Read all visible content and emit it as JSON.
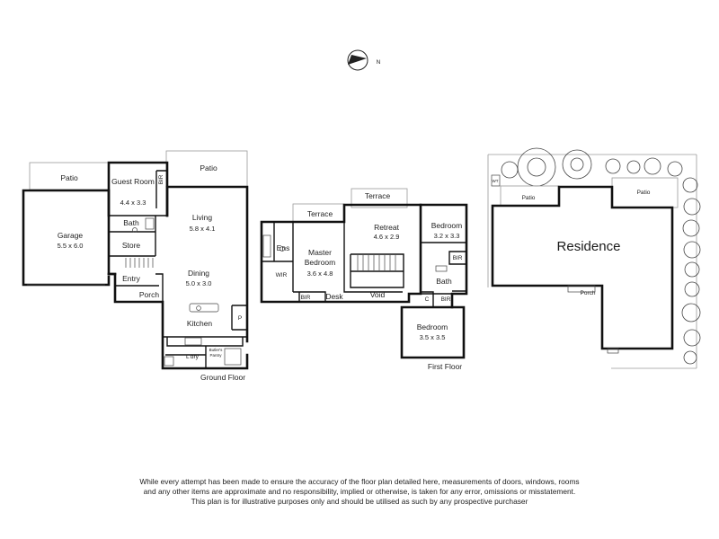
{
  "compass": {
    "north_label": "N"
  },
  "ground_floor": {
    "title": "Ground Floor",
    "rooms": {
      "patio": "Patio",
      "guest_room": "Guest Room",
      "guest_room_dim": "4.4 x 3.3",
      "bir": "BIR",
      "patio2": "Patio",
      "living": "Living",
      "living_dim": "5.8 x 4.1",
      "garage": "Garage",
      "garage_dim": "5.5 x 6.0",
      "bath": "Bath",
      "store": "Store",
      "dining": "Dining",
      "dining_dim": "5.0 x 3.0",
      "entry": "Entry",
      "porch": "Porch",
      "pantry_p": "P",
      "kitchen": "Kitchen",
      "laundry": "L'dry",
      "butlers_pantry_1": "Butler's",
      "butlers_pantry_2": "Pantry"
    }
  },
  "first_floor": {
    "title": "First Floor",
    "rooms": {
      "terrace_top": "Terrace",
      "terrace": "Terrace",
      "retreat": "Retreat",
      "retreat_dim": "4.6 x 2.9",
      "bedroom1": "Bedroom",
      "bedroom1_dim": "3.2 x 3.3",
      "ens": "Ens",
      "master_1": "Master",
      "master_2": "Bedroom",
      "master_dim": "3.6 x 4.8",
      "bir1": "BIR",
      "wir": "WIR",
      "bath": "Bath",
      "bir2": "BIR",
      "desk": "Desk",
      "void": "Void",
      "c": "C",
      "bir3": "BIR",
      "bedroom2": "Bedroom",
      "bedroom2_dim": "3.5 x 3.5"
    }
  },
  "site_plan": {
    "residence": "Residence",
    "wt": "WT",
    "patio_left": "Patio",
    "patio_right": "Patio",
    "porch": "Porch"
  },
  "disclaimer": {
    "line1": "While every attempt has been made to ensure the accuracy of the floor plan detailed here, measurements of doors, windows, rooms",
    "line2": "and any other items are approximate and no responsibility, implied or otherwise, is taken for any error, omissions or misstatement.",
    "line3": "This plan is for illustrative purposes only and should be utilised as such by any prospective purchaser"
  }
}
